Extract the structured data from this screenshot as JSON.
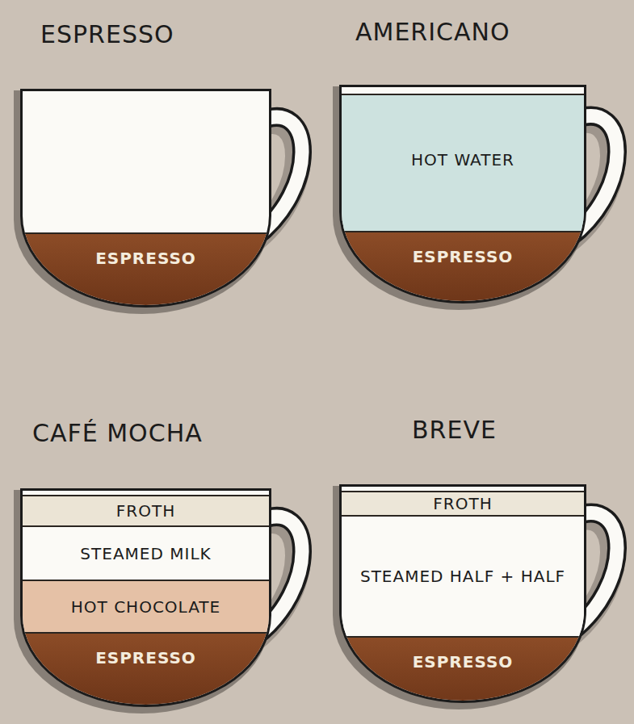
{
  "diagram": {
    "nodes": [
      {
        "text": [
          "ESPRESSO"
        ]
      },
      {
        "text": [
          "ESPRESSO"
        ],
        "in": 0
      },
      {
        "text": [
          "AMERICANO"
        ]
      },
      {
        "text": [
          "HOT WATER"
        ],
        "in": 2
      },
      {
        "text": [
          "ESPRESSO"
        ],
        "in": 2
      },
      {
        "text": [
          "CAFÉ MOCHA"
        ]
      },
      {
        "text": [
          "FROTH"
        ],
        "in": 5
      },
      {
        "text": [
          "STEAMED MILK"
        ],
        "in": 5
      },
      {
        "text": [
          "HOT CHOCOLATE"
        ],
        "in": 5
      },
      {
        "text": [
          "ESPRESSO"
        ],
        "in": 5
      },
      {
        "text": [
          "BREVE"
        ]
      },
      {
        "text": [
          "FROTH"
        ],
        "in": 10
      },
      {
        "text": [
          "STEAMED HALF + HALF"
        ],
        "in": 10
      },
      {
        "text": [
          "ESPRESSO"
        ],
        "in": 10
      }
    ]
  }
}
